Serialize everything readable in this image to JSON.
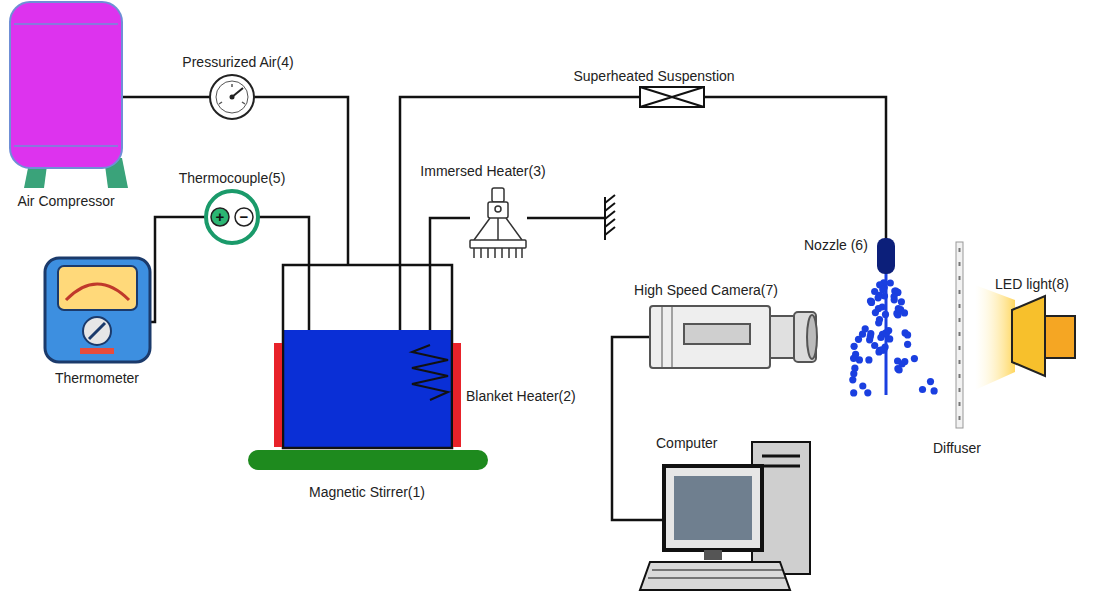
{
  "diagram": {
    "labels": [
      "Pressurized Air(4)",
      "Superheated Suspenstion",
      "Thermocouple(5)",
      "+",
      "−",
      "Air Compressor",
      "Immersed Heater(3)",
      "Nozzle (6)",
      "High Speed Camera(7)",
      "LED light(8)",
      "Thermometer",
      "Blanket Heater(2)",
      "Computer",
      "Diffuser",
      "Magnetic Stirrer(1)"
    ]
  }
}
